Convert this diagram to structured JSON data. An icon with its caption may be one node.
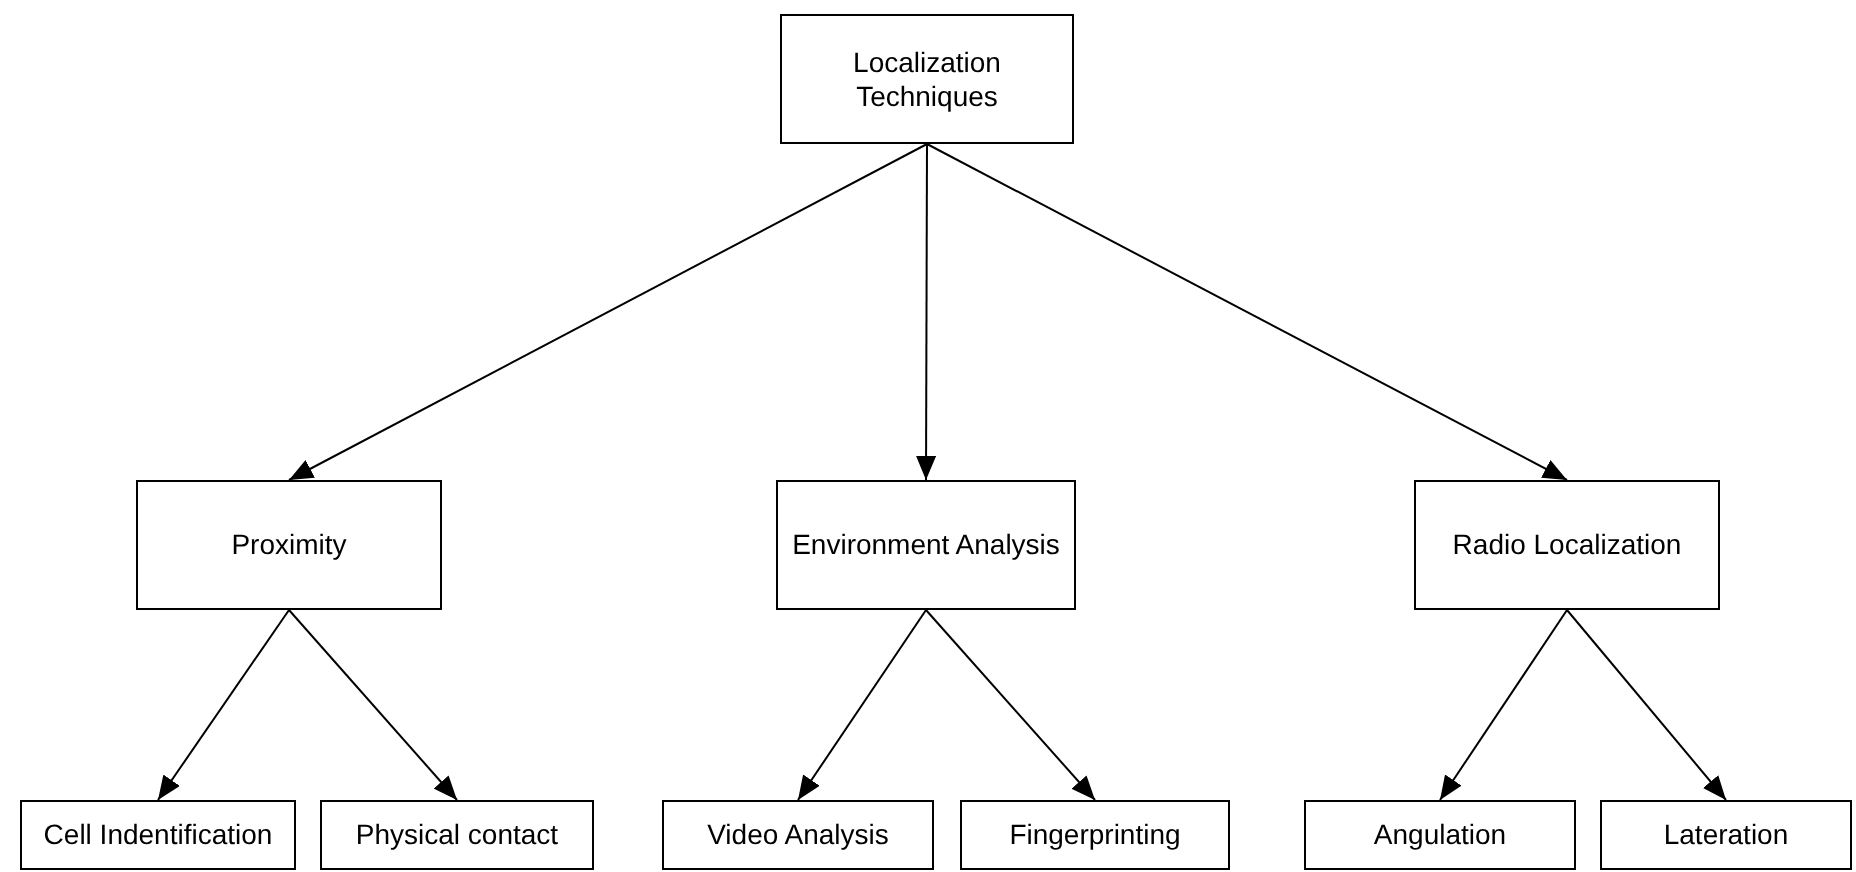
{
  "diagram": {
    "nodes": [
      {
        "text": [
          "Localization Techniques"
        ]
      },
      {
        "text": [
          "Proximity"
        ]
      },
      {
        "text": [
          "Environment Analysis"
        ]
      },
      {
        "text": [
          "Radio Localization"
        ]
      },
      {
        "text": [
          "Cell Indentification"
        ]
      },
      {
        "text": [
          "Physical contact"
        ]
      },
      {
        "text": [
          "Video Analysis"
        ]
      },
      {
        "text": [
          "Fingerprinting"
        ]
      },
      {
        "text": [
          "Angulation"
        ]
      },
      {
        "text": [
          "Lateration"
        ]
      }
    ],
    "edges": [
      {
        "from": 0,
        "to": 1,
        "arrow": "to"
      },
      {
        "from": 0,
        "to": 2,
        "arrow": "to"
      },
      {
        "from": 0,
        "to": 3,
        "arrow": "to"
      },
      {
        "from": 1,
        "to": 4,
        "arrow": "to"
      },
      {
        "from": 1,
        "to": 5,
        "arrow": "to"
      },
      {
        "from": 2,
        "to": 6,
        "arrow": "to"
      },
      {
        "from": 2,
        "to": 7,
        "arrow": "to"
      },
      {
        "from": 3,
        "to": 8,
        "arrow": "to"
      },
      {
        "from": 3,
        "to": 9,
        "arrow": "to"
      }
    ]
  }
}
